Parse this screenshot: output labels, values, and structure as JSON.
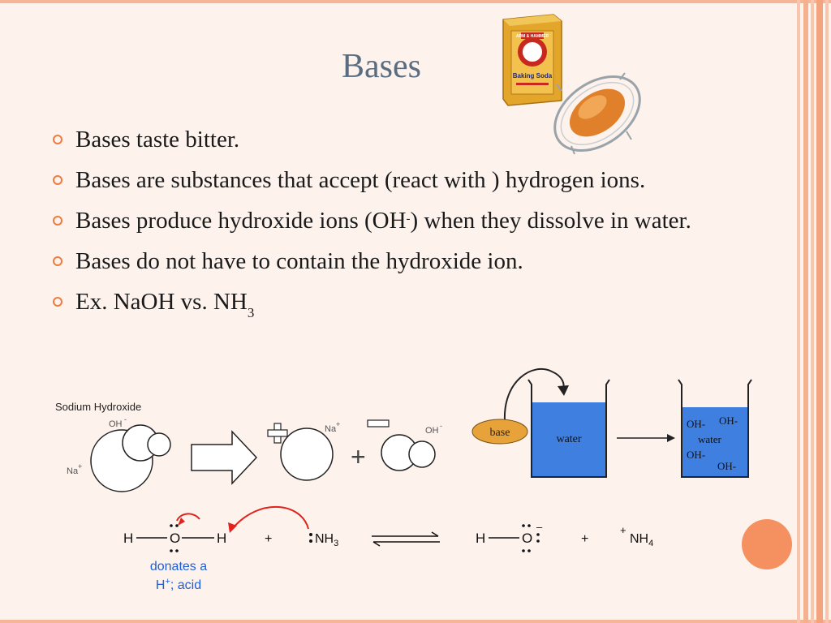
{
  "slide": {
    "title": "Bases",
    "bullets": [
      {
        "text": "Bases taste bitter."
      },
      {
        "text": "Bases are substances that accept (react with ) hydrogen ions."
      },
      {
        "text_before": "Bases produce hydroxide ions (OH",
        "sup": "-",
        "text_after": ") when they dissolve in water."
      },
      {
        "text": "Bases do not have to contain the hydroxide ion."
      },
      {
        "text_before": "Ex. NaOH vs. NH",
        "sub": "3"
      }
    ]
  },
  "baking_soda": {
    "brand": "ARM & HAMMER",
    "product": "Baking Soda"
  },
  "sodium_hydroxide_diagram": {
    "title": "Sodium Hydroxide",
    "oh_label": "OH",
    "oh_charge": "-",
    "na_label": "Na",
    "na_charge": "+",
    "na_label_right": "Na",
    "na_charge_right": "+",
    "oh_label_right": "OH",
    "oh_charge_right": "-",
    "plus_sign": "+"
  },
  "dissolve_diagram": {
    "base_label": "base",
    "water_label": "water",
    "oh_1": "OH-",
    "oh_2": "OH-",
    "water_label_2": "water",
    "oh_3": "OH-",
    "oh_4": "OH-"
  },
  "reaction": {
    "h_left": "H",
    "o_atom": "O",
    "h_right": "H",
    "plus": "+",
    "nh3": "NH",
    "nh3_sub": "3",
    "product_h": "H",
    "product_o": "O",
    "product_charge": "–",
    "plus_2": "+",
    "nh4_charge": "+",
    "nh4": "NH",
    "nh4_sub": "4",
    "note_line1": "donates a",
    "note_line2_h": "H",
    "note_line2_sup": "+",
    "note_line2_rest": "; acid"
  },
  "colors": {
    "accent": "#f07a3f",
    "title": "#5a6d80",
    "water": "#3f7fe0",
    "base_pill": "#e8a23a",
    "arrow_red": "#e0231c",
    "note_blue": "#1f5fd6"
  }
}
